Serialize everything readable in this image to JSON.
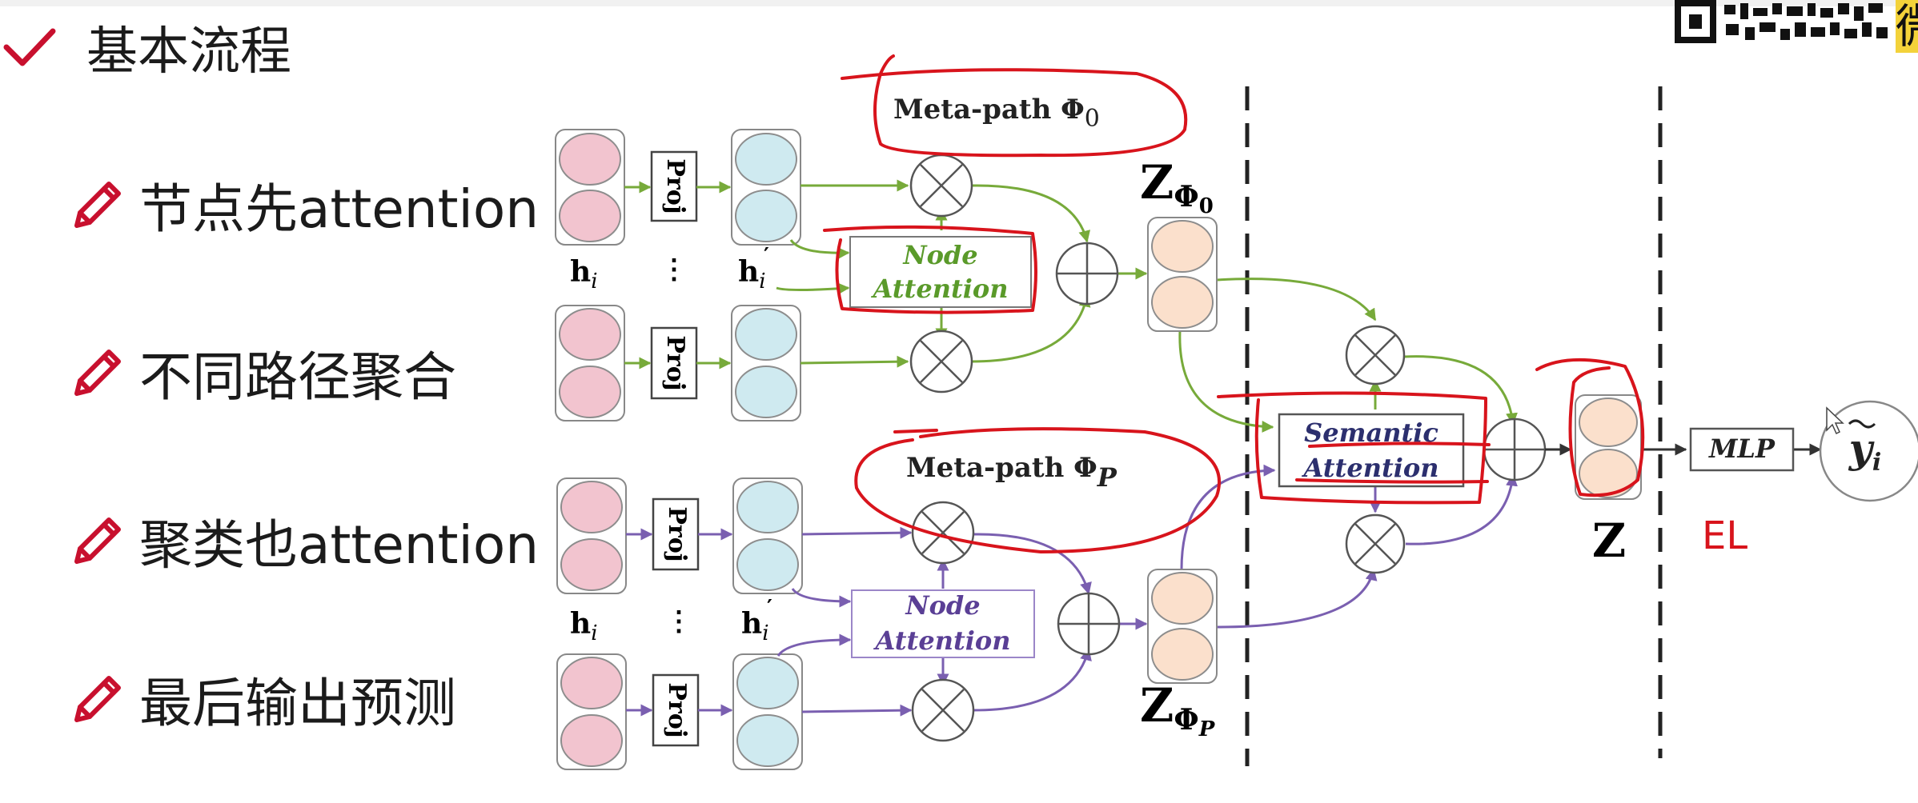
{
  "slide": {
    "title": "基本流程",
    "corner_char": "微",
    "bullets": [
      {
        "text": "节点先attention"
      },
      {
        "text": "不同路径聚合"
      },
      {
        "text": "聚类也attention"
      },
      {
        "text": "最后输出预测"
      }
    ]
  },
  "diagram": {
    "proj_label": "Proj",
    "h_label": "h",
    "h_sub": "i",
    "hprime_label": "h",
    "hprime_sub": "i",
    "dots": "⋮",
    "metapath0_label": "Meta-path Φ",
    "metapath0_sub": "0",
    "metapathP_label": "Meta-path Φ",
    "metapathP_sub": "P",
    "node_attention_line1": "Node",
    "node_attention_line2": "Attention",
    "semantic_attention_line1": "Semantic",
    "semantic_attention_line2": "Attention",
    "z_phi0_main": "Z",
    "z_phi0_sub": "Φ",
    "z_phi0_subsub": "0",
    "z_phiP_main": "Z",
    "z_phiP_sub": "Φ",
    "z_phiP_subsub": "P",
    "z_label": "Z",
    "mlp_label": "MLP",
    "y_label": "y",
    "y_sub": "i",
    "handwritten_note": "EL",
    "colors": {
      "pink": "#f2c4cf",
      "cyan": "#cfeaf0",
      "peach": "#fbe0cc",
      "green": "#77aa3a",
      "purple": "#7a5fb0",
      "node_text_green": "#5a9a2a",
      "node_text_purple": "#5a3f95",
      "semantic_text": "#2c2f6e",
      "red_ink": "#d8141c",
      "dark": "#333333"
    }
  }
}
